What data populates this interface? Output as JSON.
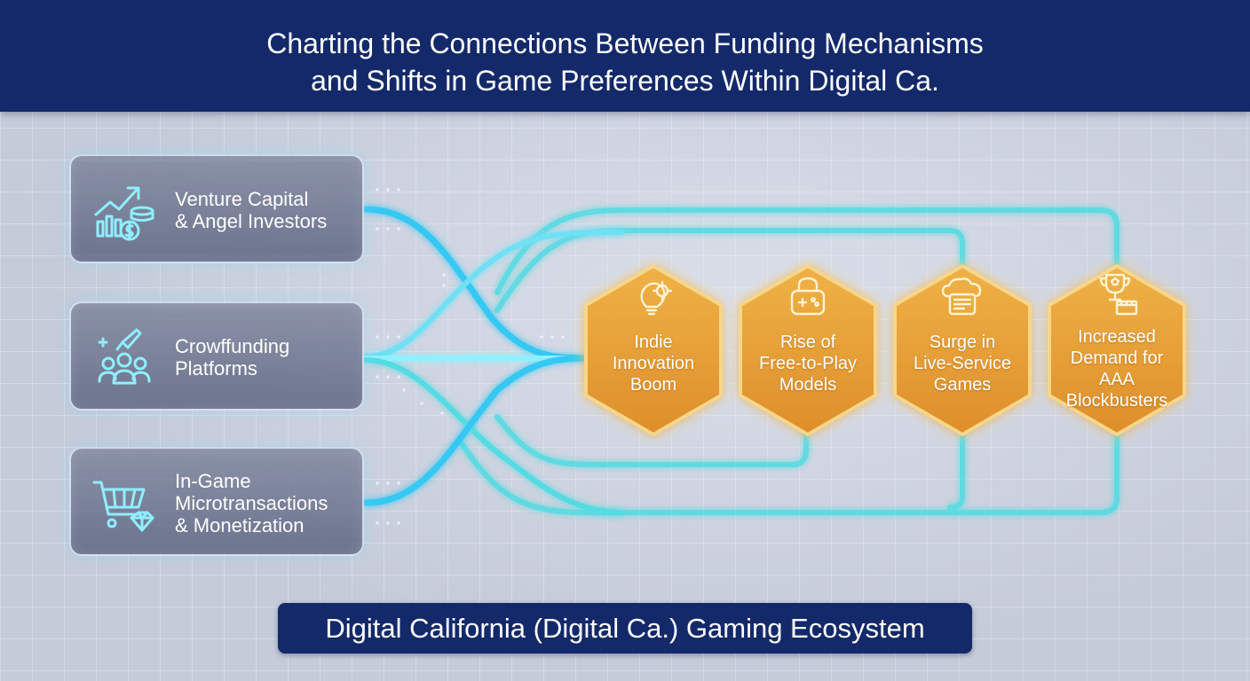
{
  "header": {
    "title": "Charting the Connections Between Funding Mechanisms\nand Shifts in Game Preferences Within Digital Ca."
  },
  "funding_sources": [
    {
      "label": "Venture Capital\n& Angel Investors",
      "icon": "investment-growth-icon"
    },
    {
      "label": "Crowffunding\nPlatforms",
      "icon": "crowd-rocket-icon"
    },
    {
      "label": "In-Game\nMicrotransactions\n& Monetization",
      "icon": "shopping-cart-gem-icon"
    }
  ],
  "game_trends": [
    {
      "label": "Indie\nInnovation\nBoom",
      "icon": "lightbulb-gear-icon"
    },
    {
      "label": "Rise of\nFree-to-Play\nModels",
      "icon": "gamepad-lock-icon"
    },
    {
      "label": "Surge in\nLive-Service\nGames",
      "icon": "cloud-server-icon"
    },
    {
      "label": "Increased\nDemand for\nAAA\nBlockbusters",
      "icon": "trophy-clapperboard-icon"
    }
  ],
  "footer": {
    "label": "Digital California (Digital Ca.) Gaming Ecosystem"
  },
  "colors": {
    "header_bg": "#13296a",
    "connector_blue": "#35c8f2",
    "connector_cyan": "#55dbe2",
    "hex_orange": "#e8a33a",
    "hex_border": "#f6d68a",
    "card_glow": "#7fe3ff"
  }
}
